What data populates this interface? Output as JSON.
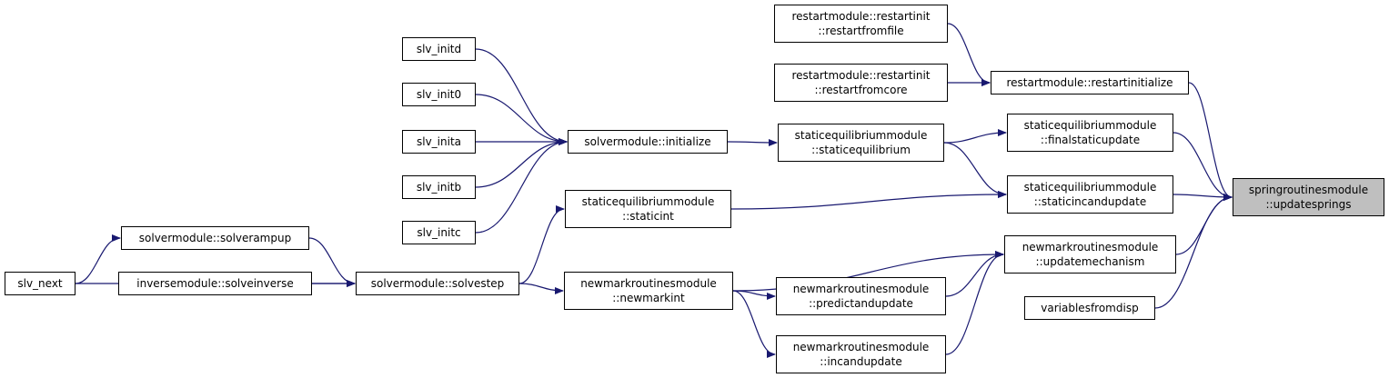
{
  "colors": {
    "edge": "#191970",
    "highlight": "#bfbfbf",
    "border": "#000000"
  },
  "nodes": {
    "slv_next": {
      "lines": [
        "slv_next"
      ]
    },
    "solverampup": {
      "lines": [
        "solvermodule::solverampup"
      ]
    },
    "solveinverse": {
      "lines": [
        "inversemodule::solveinverse"
      ]
    },
    "solvestep": {
      "lines": [
        "solvermodule::solvestep"
      ]
    },
    "slv_initd": {
      "lines": [
        "slv_initd"
      ]
    },
    "slv_init0": {
      "lines": [
        "slv_init0"
      ]
    },
    "slv_inita": {
      "lines": [
        "slv_inita"
      ]
    },
    "slv_initb": {
      "lines": [
        "slv_initb"
      ]
    },
    "slv_initc": {
      "lines": [
        "slv_initc"
      ]
    },
    "initialize": {
      "lines": [
        "solvermodule::initialize"
      ]
    },
    "staticint": {
      "lines": [
        "staticequilibriummodule",
        "::staticint"
      ]
    },
    "newmarkint": {
      "lines": [
        "newmarkroutinesmodule",
        "::newmarkint"
      ]
    },
    "restartfromfile": {
      "lines": [
        "restartmodule::restartinit",
        "::restartfromfile"
      ]
    },
    "restartfromcore": {
      "lines": [
        "restartmodule::restartinit",
        "::restartfromcore"
      ]
    },
    "staticequilibrium": {
      "lines": [
        "staticequilibriummodule",
        "::staticequilibrium"
      ]
    },
    "predictandupdate": {
      "lines": [
        "newmarkroutinesmodule",
        "::predictandupdate"
      ]
    },
    "incandupdate": {
      "lines": [
        "newmarkroutinesmodule",
        "::incandupdate"
      ]
    },
    "restartinitialize": {
      "lines": [
        "restartmodule::restartinitialize"
      ]
    },
    "finalstaticupdate": {
      "lines": [
        "staticequilibriummodule",
        "::finalstaticupdate"
      ]
    },
    "staticincandupdate": {
      "lines": [
        "staticequilibriummodule",
        "::staticincandupdate"
      ]
    },
    "updatemechanism": {
      "lines": [
        "newmarkroutinesmodule",
        "::updatemechanism"
      ]
    },
    "variablesfromdisp": {
      "lines": [
        "variablesfromdisp"
      ]
    },
    "updatesprings": {
      "lines": [
        "springroutinesmodule",
        "::updatesprings"
      ]
    }
  },
  "edges": [
    [
      "slv_next",
      "solverampup"
    ],
    [
      "slv_next",
      "solvestep"
    ],
    [
      "solverampup",
      "solvestep"
    ],
    [
      "solveinverse",
      "solvestep"
    ],
    [
      "solvestep",
      "staticint"
    ],
    [
      "solvestep",
      "newmarkint"
    ],
    [
      "slv_initd",
      "initialize"
    ],
    [
      "slv_init0",
      "initialize"
    ],
    [
      "slv_inita",
      "initialize"
    ],
    [
      "slv_initb",
      "initialize"
    ],
    [
      "slv_initc",
      "initialize"
    ],
    [
      "initialize",
      "staticequilibrium"
    ],
    [
      "staticint",
      "staticincandupdate"
    ],
    [
      "newmarkint",
      "updatemechanism"
    ],
    [
      "newmarkint",
      "predictandupdate"
    ],
    [
      "newmarkint",
      "incandupdate"
    ],
    [
      "restartfromfile",
      "restartinitialize"
    ],
    [
      "restartfromcore",
      "restartinitialize"
    ],
    [
      "staticequilibrium",
      "finalstaticupdate"
    ],
    [
      "staticequilibrium",
      "staticincandupdate"
    ],
    [
      "predictandupdate",
      "updatemechanism"
    ],
    [
      "incandupdate",
      "updatemechanism"
    ],
    [
      "restartinitialize",
      "updatesprings"
    ],
    [
      "finalstaticupdate",
      "updatesprings"
    ],
    [
      "staticincandupdate",
      "updatesprings"
    ],
    [
      "updatemechanism",
      "updatesprings"
    ],
    [
      "variablesfromdisp",
      "updatesprings"
    ]
  ]
}
